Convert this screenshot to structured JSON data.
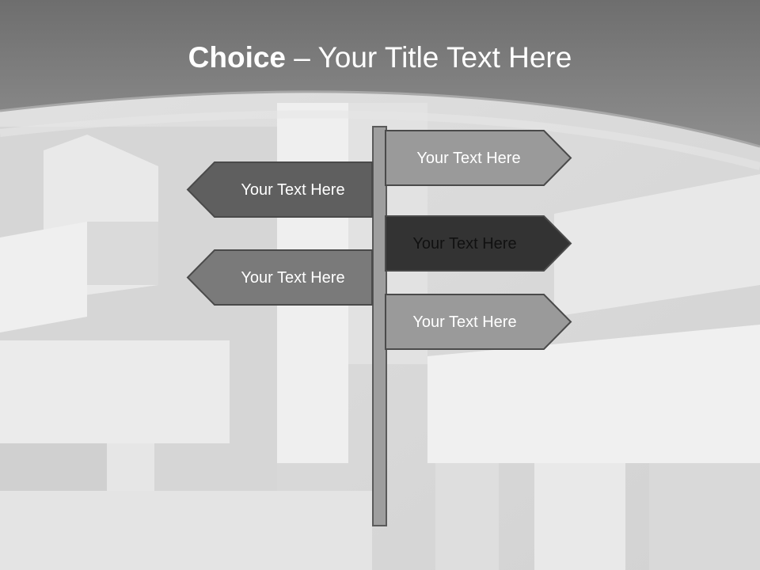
{
  "title": {
    "bold": "Choice",
    "rest": " – Your Title Text Here"
  },
  "signs": [
    {
      "label": "Your Text Here",
      "direction": "right",
      "fill": "#9a9a9a",
      "text_color": "#ffffff"
    },
    {
      "label": "Your Text Here",
      "direction": "left",
      "fill": "#5f5f5f",
      "text_color": "#ffffff"
    },
    {
      "label": "Your Text Here",
      "direction": "right",
      "fill": "#333333",
      "text_color": "#111111"
    },
    {
      "label": "Your Text Here",
      "direction": "left",
      "fill": "#7a7a7a",
      "text_color": "#ffffff"
    },
    {
      "label": "Your Text Here",
      "direction": "right",
      "fill": "#9a9a9a",
      "text_color": "#ffffff"
    }
  ],
  "colors": {
    "header_band": "#7a7a7a",
    "post": "#9e9e9e",
    "outline": "#4a4a4a"
  }
}
